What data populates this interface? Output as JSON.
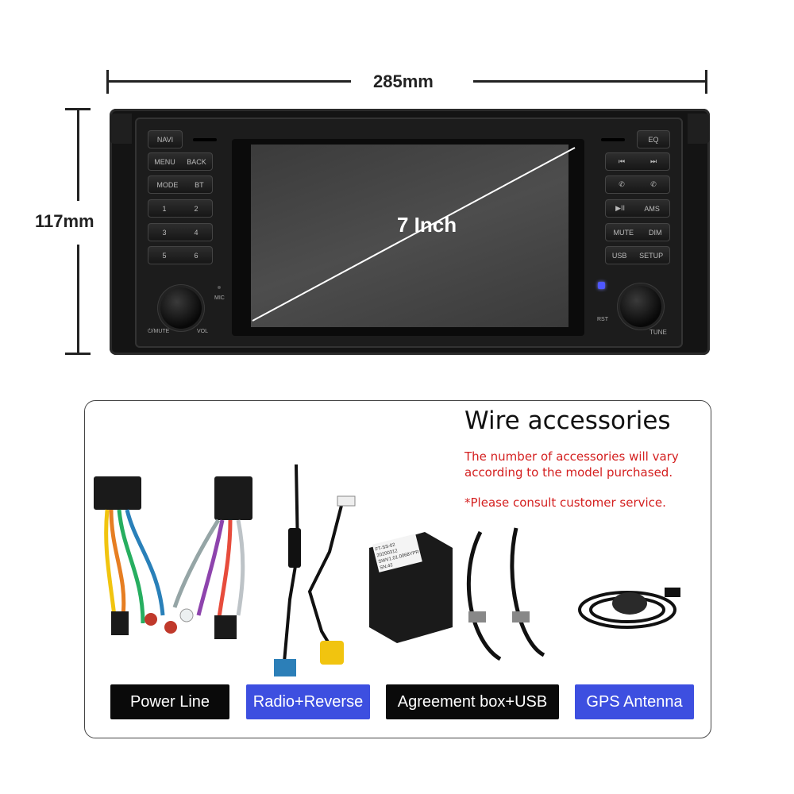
{
  "dimensions": {
    "width_label": "285mm",
    "height_label": "117mm",
    "screen_label": "7 Inch"
  },
  "head_unit": {
    "left_buttons": [
      [
        "NAVI"
      ],
      [
        "MENU",
        "BACK"
      ],
      [
        "MODE",
        "BT"
      ],
      [
        "1",
        "2"
      ],
      [
        "3",
        "4"
      ],
      [
        "5",
        "6"
      ]
    ],
    "right_buttons": [
      [
        "EQ"
      ],
      [
        "⏮",
        "⏭"
      ],
      [
        "✆",
        "✆"
      ],
      [
        "▶II",
        "AMS"
      ],
      [
        "MUTE",
        "DIM"
      ],
      [
        "USB",
        "SETUP"
      ]
    ],
    "left_knob_labels": [
      "⏻/MUTE",
      "VOL"
    ],
    "right_knob_label": "TUNE",
    "mic_label": "MIC",
    "rst_label": "RST"
  },
  "accessories": {
    "title": "Wire accessories",
    "note_line1": "The number of accessories will vary",
    "note_line2": "according to the model purchased.",
    "consult": "*Please consult customer service.",
    "labels": [
      "Power Line",
      "Radio+Reverse",
      "Agreement box+USB",
      "GPS Antenna"
    ],
    "box_sticker": [
      "FT-SS-02",
      "20200312",
      "SWV1.01.0068YPR",
      "SN:42"
    ]
  },
  "colors": {
    "accent_blue": "#3d4fe0",
    "note_red": "#d42020"
  }
}
